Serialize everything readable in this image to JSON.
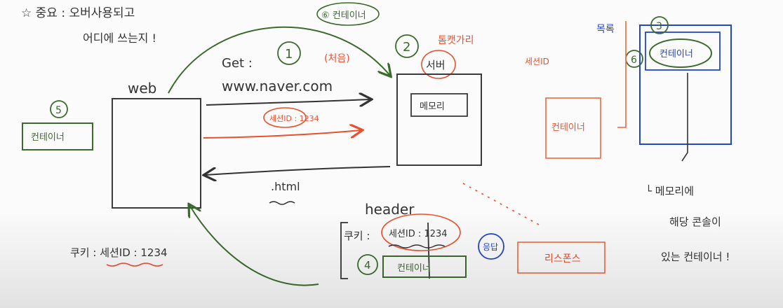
{
  "note": {
    "title": "☆ 중요 : 오버사용되고",
    "subtitle": "어디에 쓰는지 !"
  },
  "labels": {
    "web": "web",
    "get": "Get :",
    "url": "www.naver.com",
    "request_label": "(처음)",
    "session_id_request": "세션ID : 1234",
    "html": ".html",
    "header": "header",
    "cookie_prefix": "쿠키 :",
    "cookie_session_id": "세션ID : 1234",
    "browser_cookie": "쿠키 : 세션ID : 1234",
    "server": "서버",
    "server_caption": "톰캣가리",
    "memory": "메모리",
    "container_mid": "컨테이너",
    "session_id_mid": "세션ID",
    "list": "목록",
    "container_list": "컨테이너",
    "response_container": "컨테이너",
    "left_container": "컨테이너",
    "top_container": "⑥ 컨테이너",
    "response": "응답",
    "response_box": "리스폰스",
    "right_note_1": "└ 메모리에",
    "right_note_2": "해당 콘솔이",
    "right_note_3": "있는 컨테이너 !"
  },
  "steps": {
    "s1": "1",
    "s2": "2",
    "s3": "3",
    "s4": "4",
    "s5": "5",
    "s6": "6"
  },
  "colors": {
    "green": "#3a6b2c",
    "red": "#e8502e",
    "blue": "#2447c4",
    "ink": "#3a3a3a",
    "orange": "#ee7a52"
  }
}
